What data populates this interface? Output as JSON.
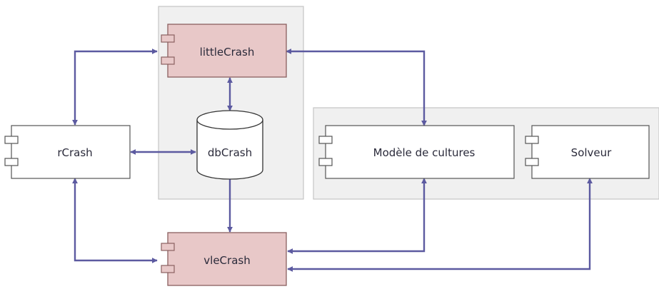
{
  "components": {
    "littlecrash": "littleCrash",
    "rcrash": "rCrash",
    "dbcrash": "dbCrash",
    "modele": "Modèle de cultures",
    "solveur": "Solveur",
    "vlecrash": "vleCrash"
  },
  "colors": {
    "arrow": "#5c5aa0",
    "group_fill": "#f0f0f0",
    "group_stroke": "#c4c4c4",
    "highlight_fill": "#e8c8c8",
    "highlight_stroke": "#8a6060",
    "box_fill": "#ffffff",
    "box_stroke": "#555555",
    "text": "#2a2a3a"
  }
}
